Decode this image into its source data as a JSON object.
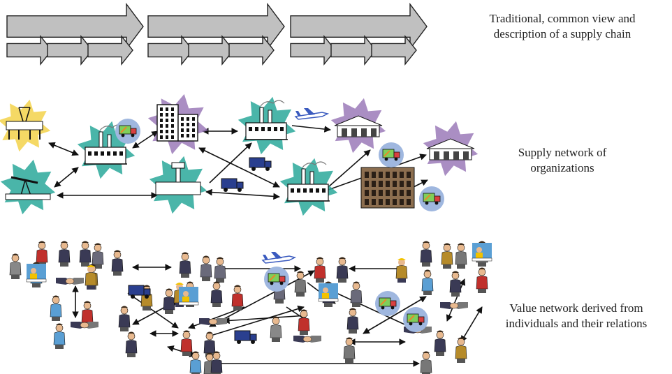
{
  "captions": {
    "traditional": [
      "Traditional, common view and",
      "description of a supply chain"
    ],
    "supply_network": [
      "Supply network of",
      "organizations"
    ],
    "value_network": [
      "Value network derived from",
      "individuals and their relations"
    ]
  },
  "colors": {
    "arrow_fill": "#c0c0c0",
    "arrow_stroke": "#222222",
    "burst_teal": "#2aa89a",
    "burst_purple": "#9b7ab8",
    "burst_yellow": "#f3d24a",
    "truck_blue": "#2a3f8f",
    "plane_blue": "#3b5bbf",
    "skin": "#e8b98f",
    "suit_dark": "#3a3a55",
    "shirt_red": "#c0302c"
  },
  "icons": {
    "oil_rig": "oil-rig-icon",
    "oil_pump": "oil-pump-icon",
    "factory": "factory-icon",
    "office": "office-building-icon",
    "warehouse": "warehouse-icon",
    "truck": "truck-icon",
    "plane": "airplane-icon",
    "person": "person-icon",
    "handshake": "handshake-icon",
    "worker": "worker-icon"
  }
}
